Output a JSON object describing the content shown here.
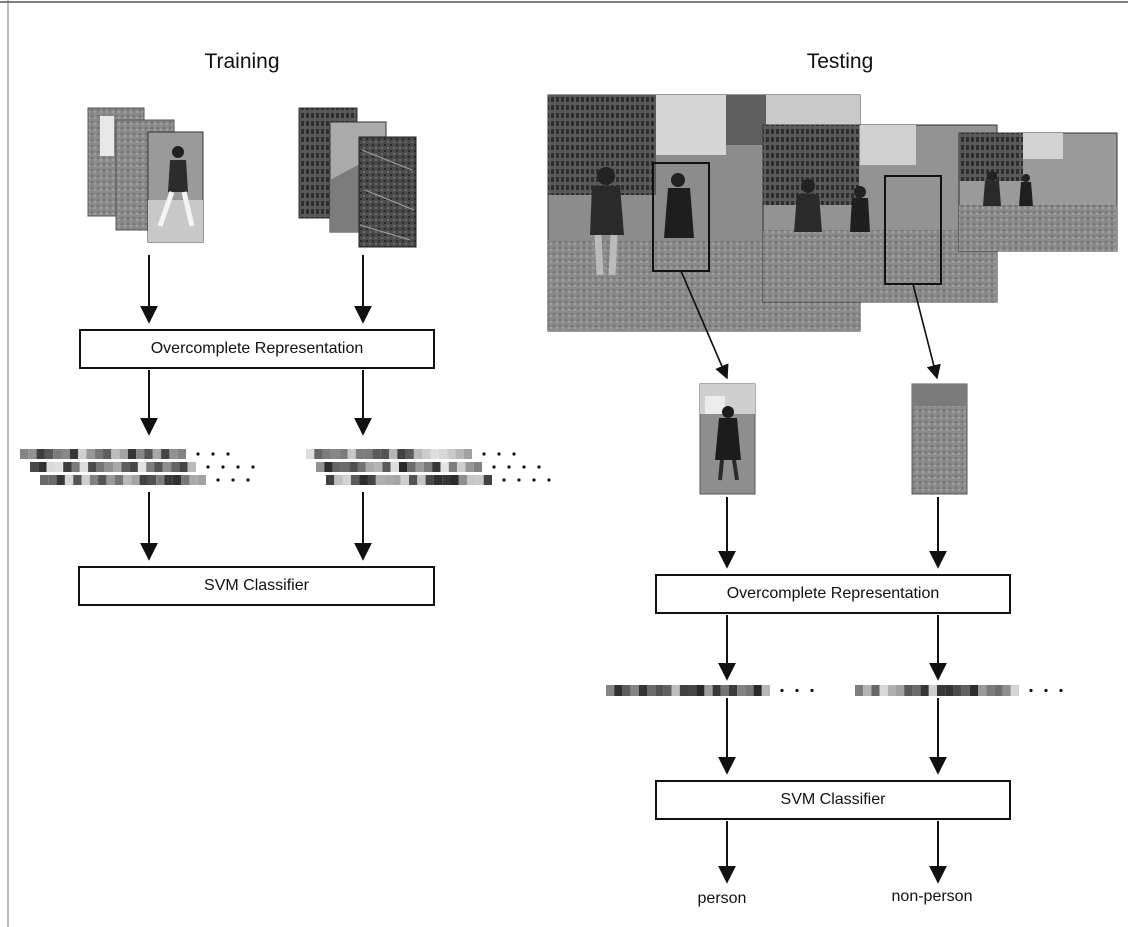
{
  "training": {
    "title": "Training",
    "representation_label": "Overcomplete Representation",
    "classifier_label": "SVM Classifier"
  },
  "testing": {
    "title": "Testing",
    "representation_label": "Overcomplete Representation",
    "classifier_label": "SVM Classifier",
    "outputs": [
      "person",
      "non-person"
    ]
  },
  "colors": {
    "line": "#111111",
    "photo_dark": "#3a3a3a",
    "photo_mid": "#7a7a7a",
    "photo_light": "#bdbdbd"
  },
  "icons": {
    "positive_examples": "pedestrian-photo-stack",
    "negative_examples": "background-photo-stack",
    "test_scene": "street-scene-pyramid",
    "feature_vector": "grayscale-feature-strip"
  }
}
